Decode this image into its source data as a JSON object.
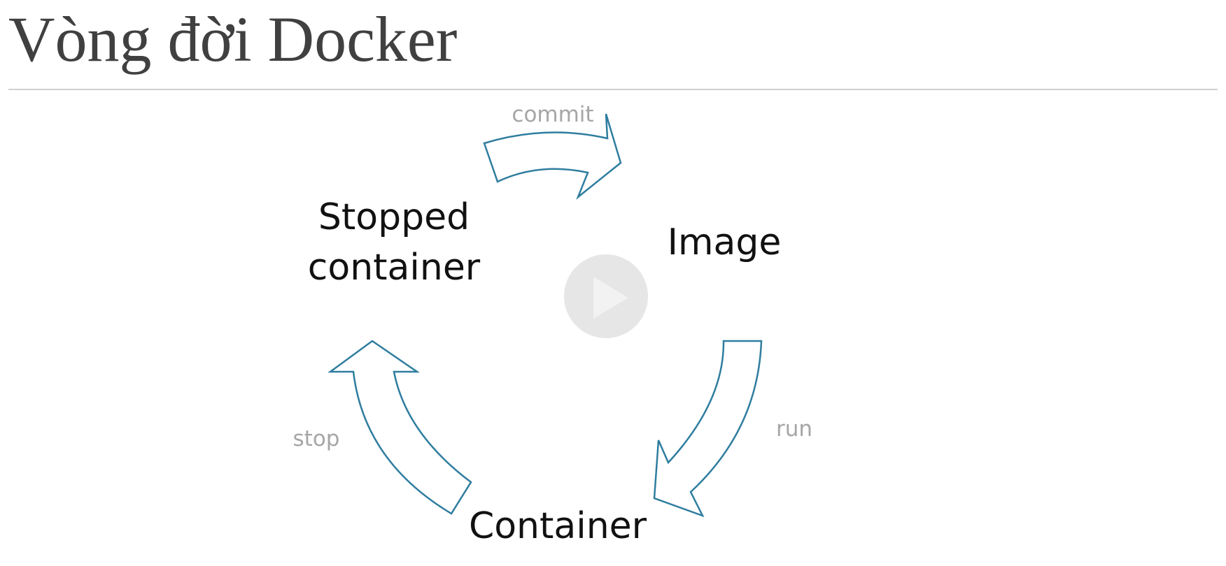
{
  "title": "Vòng đời Docker",
  "nodes": {
    "image": "Image",
    "container": "Container",
    "stopped_line1": "Stopped",
    "stopped_line2": "container"
  },
  "transitions": {
    "commit": "commit",
    "run": "run",
    "stop": "stop"
  },
  "colors": {
    "arrow_stroke": "#2f7d9f",
    "title_text": "#404040",
    "transition_text": "#a6a6a6"
  },
  "icons": {
    "play_overlay": "play-icon"
  }
}
